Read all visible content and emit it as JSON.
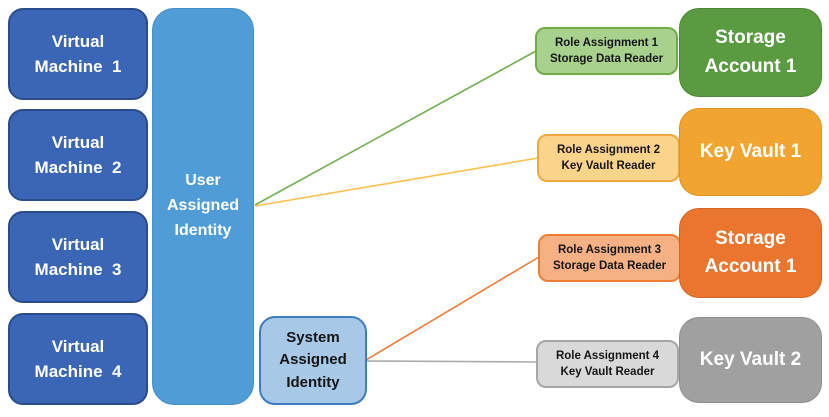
{
  "diagram": {
    "background": "#FFFFFF",
    "virtual_machines": [
      {
        "label": "Virtual\nMachine  1"
      },
      {
        "label": "Virtual\nMachine  2"
      },
      {
        "label": "Virtual\nMachine  3"
      },
      {
        "label": "Virtual\nMachine  4"
      }
    ],
    "vm_style": {
      "fill": "#3A66B5",
      "border": "#2B4C8C",
      "text_color": "#FFFFFF"
    },
    "identities": {
      "user": {
        "label": "User\nAssigned\nIdentity",
        "fill": "#4F9CD6",
        "border": "#4690C9",
        "text_color": "#FFFFFF"
      },
      "system": {
        "label": "System\nAssigned\nIdentity",
        "fill": "#A8C8E8",
        "border": "#3E7CBF",
        "text_color": "#151515"
      }
    },
    "role_assignments": [
      {
        "title": "Role Assignment 1",
        "role": "Storage Data Reader",
        "fill": "#A9D18E",
        "border": "#70AD47"
      },
      {
        "title": "Role Assignment 2",
        "role": "Key Vault Reader",
        "fill": "#FBD48C",
        "border": "#F0A73C"
      },
      {
        "title": "Role Assignment 3",
        "role": "Storage Data Reader",
        "fill": "#F5B183",
        "border": "#ED7D31"
      },
      {
        "title": "Role Assignment 4",
        "role": "Key Vault Reader",
        "fill": "#D9D9D9",
        "border": "#A6A6A6"
      }
    ],
    "resources": [
      {
        "label": "Storage\nAccount 1",
        "fill": "#5A9B41",
        "border": "#4C8836"
      },
      {
        "label": "Key Vault 1",
        "fill": "#F2A431",
        "border": "#DE9226"
      },
      {
        "label": "Storage\nAccount 1",
        "fill": "#E9752F",
        "border": "#D26524"
      },
      {
        "label": "Key Vault 2",
        "fill": "#A0A0A0",
        "border": "#8F8F8F"
      }
    ],
    "connectors": [
      {
        "from": "user-assigned-identity",
        "to": "role-assignment-1",
        "color": "#71B050"
      },
      {
        "from": "user-assigned-identity",
        "to": "role-assignment-2",
        "color": "#FDC04A"
      },
      {
        "from": "system-assigned-identity",
        "to": "role-assignment-3",
        "color": "#F07B35"
      },
      {
        "from": "system-assigned-identity",
        "to": "role-assignment-4",
        "color": "#ABABAB"
      }
    ]
  }
}
